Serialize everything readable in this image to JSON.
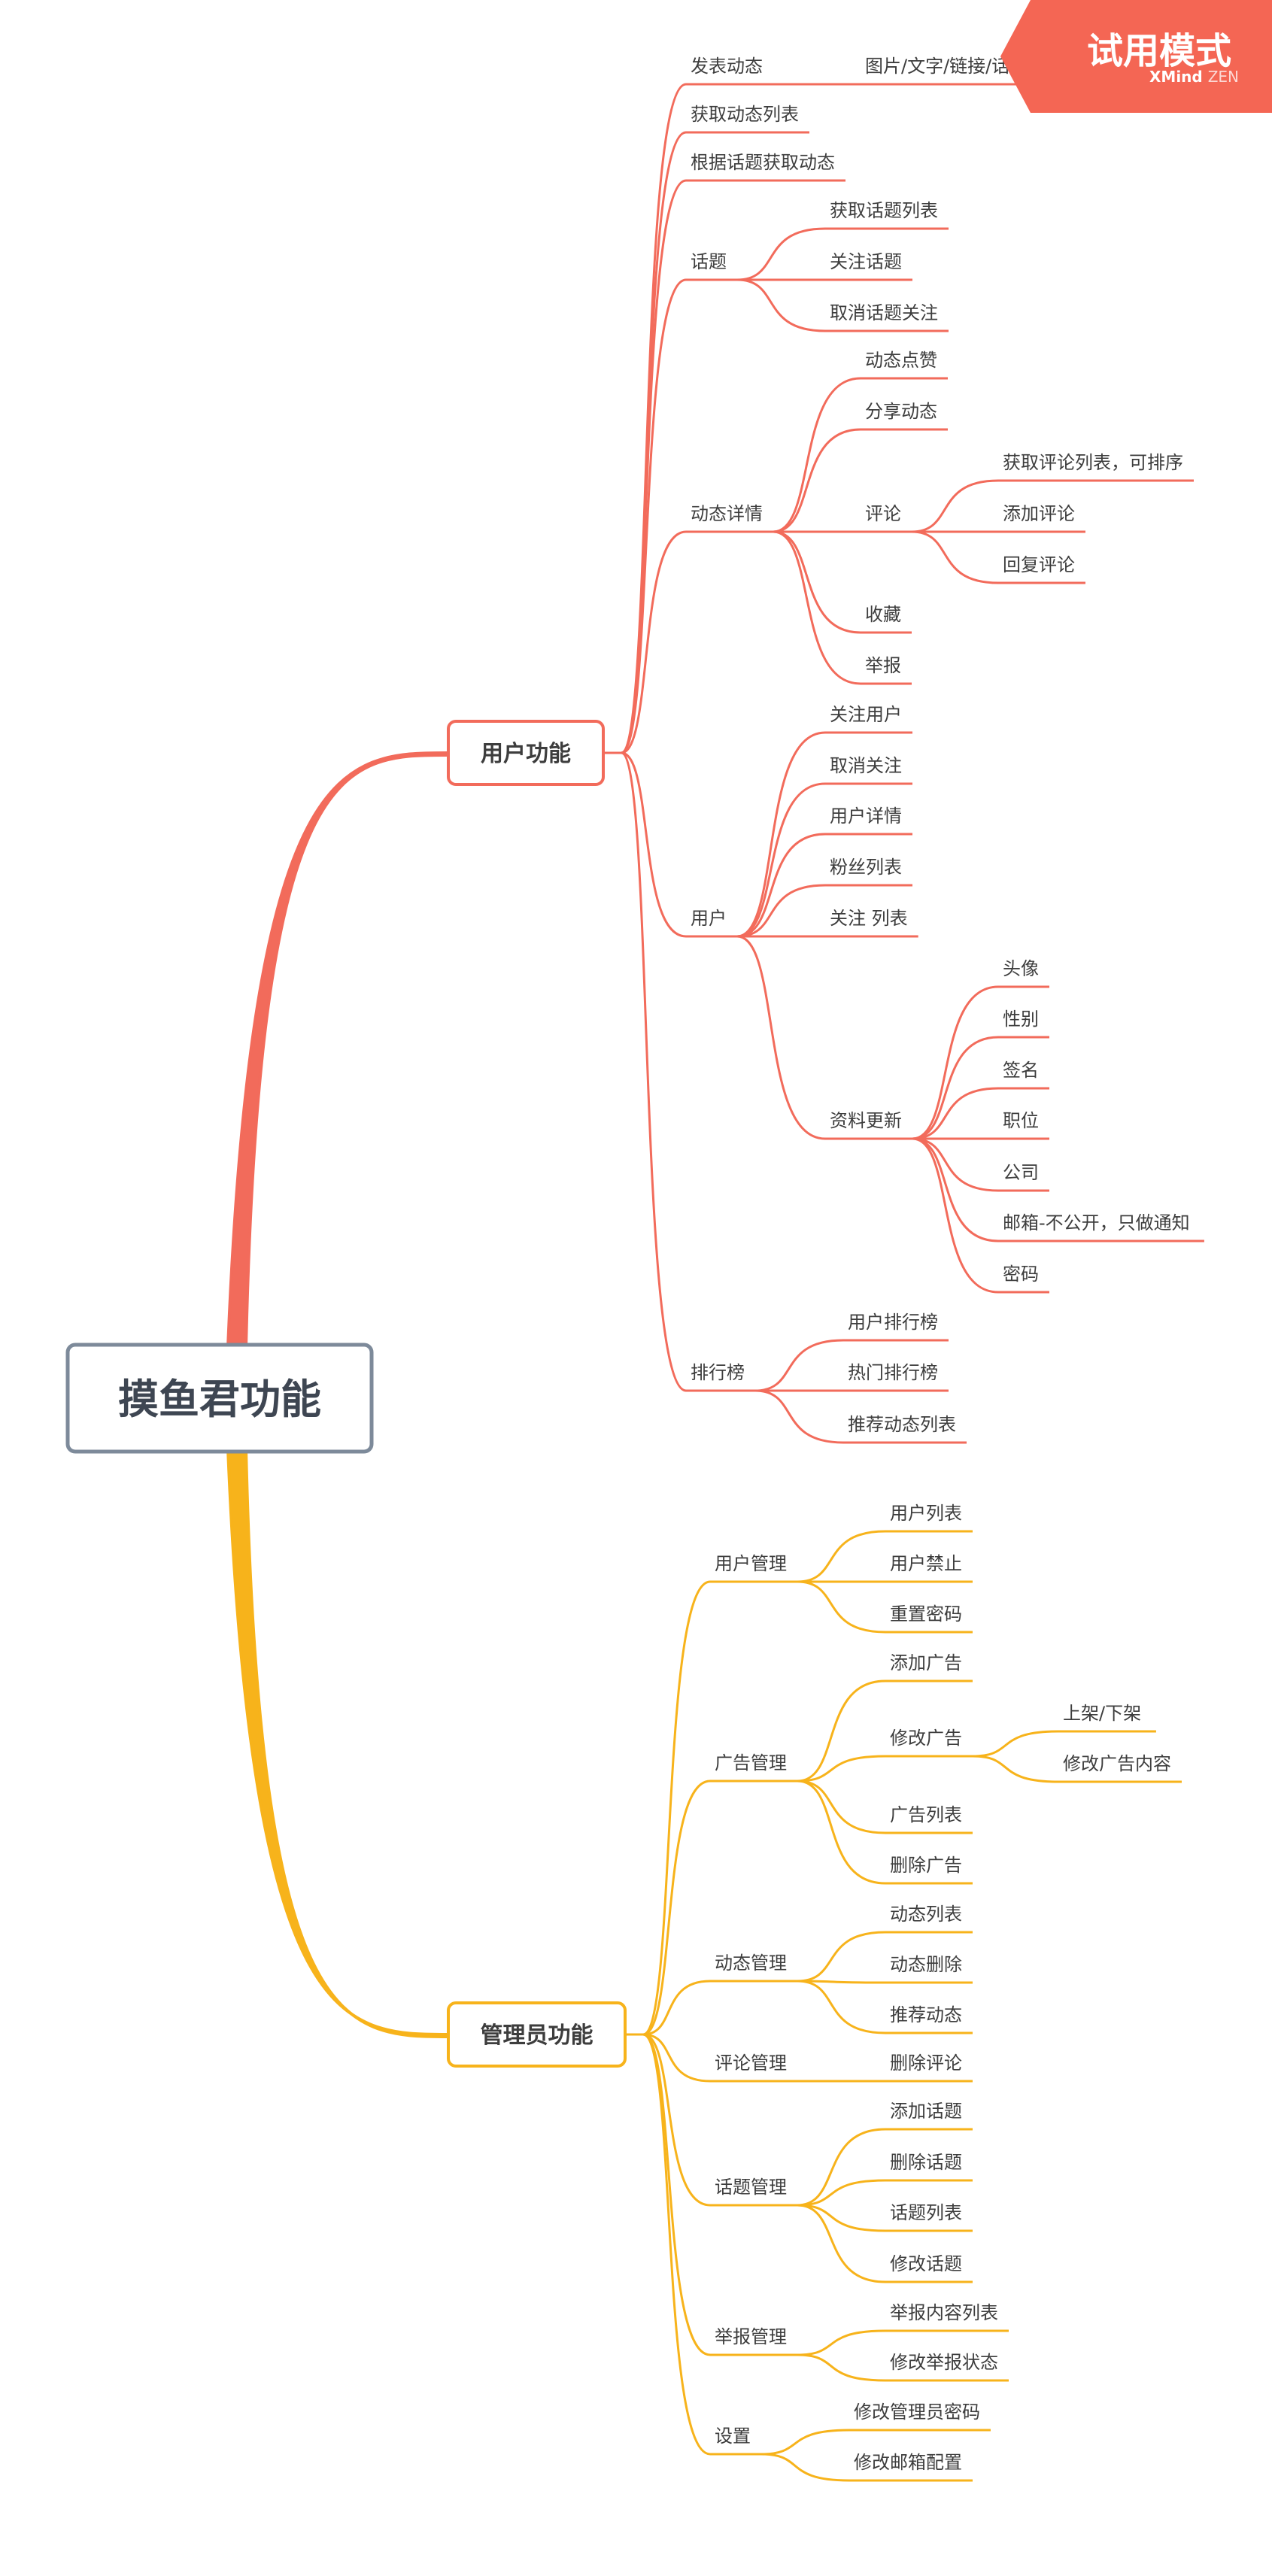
{
  "badge": {
    "title": "试用模式",
    "brand": "XMind",
    "edition": "ZEN",
    "color": "#f46654"
  },
  "root": {
    "label": "摸鱼君功能",
    "border": "#7d8a9a",
    "text": "#3e4652"
  },
  "branches": [
    {
      "label": "用户功能",
      "color": "#f26b5b",
      "children": [
        {
          "label": "发表动态",
          "children": [
            {
              "label": "图片/文字/链接/话题"
            }
          ]
        },
        {
          "label": "获取动态列表"
        },
        {
          "label": "根据话题获取动态"
        },
        {
          "label": "话题",
          "children": [
            {
              "label": "获取话题列表"
            },
            {
              "label": "关注话题"
            },
            {
              "label": "取消话题关注"
            }
          ]
        },
        {
          "label": "动态详情",
          "children": [
            {
              "label": "动态点赞"
            },
            {
              "label": "分享动态"
            },
            {
              "label": "评论",
              "children": [
                {
                  "label": "获取评论列表，可排序"
                },
                {
                  "label": "添加评论"
                },
                {
                  "label": "回复评论"
                }
              ]
            },
            {
              "label": "收藏"
            },
            {
              "label": "举报"
            }
          ]
        },
        {
          "label": "用户",
          "children": [
            {
              "label": "关注用户"
            },
            {
              "label": "取消关注"
            },
            {
              "label": "用户详情"
            },
            {
              "label": "粉丝列表"
            },
            {
              "label": "关注 列表"
            },
            {
              "label": "资料更新",
              "children": [
                {
                  "label": "头像"
                },
                {
                  "label": "性别"
                },
                {
                  "label": "签名"
                },
                {
                  "label": "职位"
                },
                {
                  "label": "公司"
                },
                {
                  "label": "邮箱-不公开，只做通知"
                },
                {
                  "label": "密码"
                }
              ]
            }
          ]
        },
        {
          "label": "排行榜",
          "children": [
            {
              "label": "用户排行榜"
            },
            {
              "label": "热门排行榜"
            },
            {
              "label": "推荐动态列表"
            }
          ]
        }
      ]
    },
    {
      "label": "管理员功能",
      "color": "#f7b31b",
      "children": [
        {
          "label": "用户管理",
          "children": [
            {
              "label": "用户列表"
            },
            {
              "label": "用户禁止"
            },
            {
              "label": "重置密码"
            }
          ]
        },
        {
          "label": "广告管理",
          "children": [
            {
              "label": "添加广告"
            },
            {
              "label": "修改广告",
              "children": [
                {
                  "label": "上架/下架"
                },
                {
                  "label": "修改广告内容"
                }
              ]
            },
            {
              "label": "广告列表"
            },
            {
              "label": "删除广告"
            }
          ]
        },
        {
          "label": "动态管理",
          "children": [
            {
              "label": "动态列表"
            },
            {
              "label": "动态删除"
            },
            {
              "label": "推荐动态"
            }
          ]
        },
        {
          "label": "评论管理",
          "children": [
            {
              "label": "删除评论"
            }
          ]
        },
        {
          "label": "话题管理",
          "children": [
            {
              "label": "添加话题"
            },
            {
              "label": "删除话题"
            },
            {
              "label": "话题列表"
            },
            {
              "label": "修改话题"
            }
          ]
        },
        {
          "label": "举报管理",
          "children": [
            {
              "label": "举报内容列表"
            },
            {
              "label": "修改举报状态"
            }
          ]
        },
        {
          "label": "设置",
          "children": [
            {
              "label": "修改管理员密码"
            },
            {
              "label": "修改邮箱配置"
            }
          ]
        }
      ]
    }
  ]
}
